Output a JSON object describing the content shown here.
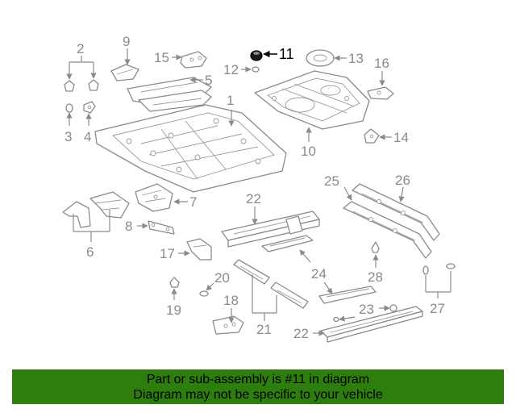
{
  "callouts": [
    "1",
    "2",
    "3",
    "4",
    "5",
    "6",
    "7",
    "8",
    "9",
    "10",
    "11",
    "12",
    "13",
    "14",
    "15",
    "16",
    "17",
    "18",
    "19",
    "20",
    "21",
    "22",
    "22",
    "23",
    "24",
    "25",
    "26",
    "27",
    "28"
  ],
  "highlighted_part": "11",
  "banner": {
    "line1": "Part or sub-assembly is #11 in diagram",
    "line2": "Diagram may not be specific to your vehicle"
  },
  "colors": {
    "banner_bg": "#2e7d0f",
    "linework": "#8a8a8a",
    "highlight": "#000000"
  }
}
